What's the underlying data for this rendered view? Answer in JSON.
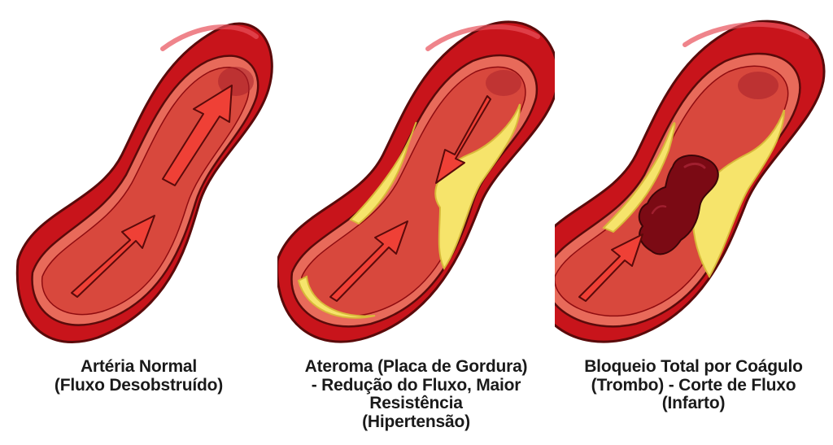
{
  "colors": {
    "outer_wall": "#c8141b",
    "outer_wall_dark": "#8e0c10",
    "inner_wall": "#e86a5a",
    "lumen": "#d8483d",
    "arrow": "#ef4036",
    "plaque": "#f6e46b",
    "plaque_edge": "#d9b93a",
    "clot": "#7b0a14",
    "outline": "#5a0a0a"
  },
  "panels": [
    {
      "id": "normal",
      "caption_lines": [
        "Artéria Normal",
        "(Fluxo Desobstruído)"
      ]
    },
    {
      "id": "atheroma",
      "caption_lines": [
        "Ateroma (Placa de Gordura)",
        "- Redução do Fluxo, Maior",
        "Resistência",
        "(Hipertensão)"
      ]
    },
    {
      "id": "thrombus",
      "caption_lines": [
        "Bloqueio Total por Coágulo",
        "(Trombo) - Corte de Fluxo",
        "(Infarto)"
      ]
    }
  ]
}
